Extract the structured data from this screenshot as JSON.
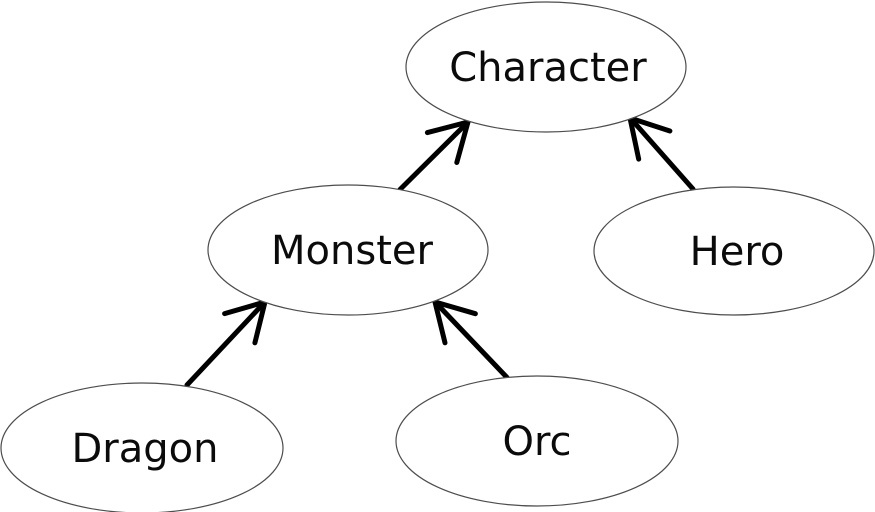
{
  "diagram": {
    "type": "class-inheritance-diagram",
    "colors": {
      "background": "#ffffff",
      "node_fill": "#ffffff",
      "node_stroke": "#4d4d4d",
      "edge_stroke": "#000000",
      "label_text": "#0b0b0b"
    },
    "nodes": [
      {
        "id": "character",
        "label": "Character",
        "shape": "ellipse"
      },
      {
        "id": "monster",
        "label": "Monster",
        "shape": "ellipse"
      },
      {
        "id": "hero",
        "label": "Hero",
        "shape": "ellipse"
      },
      {
        "id": "dragon",
        "label": "Dragon",
        "shape": "ellipse"
      },
      {
        "id": "orc",
        "label": "Orc",
        "shape": "ellipse"
      }
    ],
    "edges": [
      {
        "from": "Monster",
        "to": "Character",
        "style": "open-arrowhead"
      },
      {
        "from": "Hero",
        "to": "Character",
        "style": "open-arrowhead"
      },
      {
        "from": "Dragon",
        "to": "Monster",
        "style": "open-arrowhead"
      },
      {
        "from": "Orc",
        "to": "Monster",
        "style": "open-arrowhead"
      }
    ]
  }
}
